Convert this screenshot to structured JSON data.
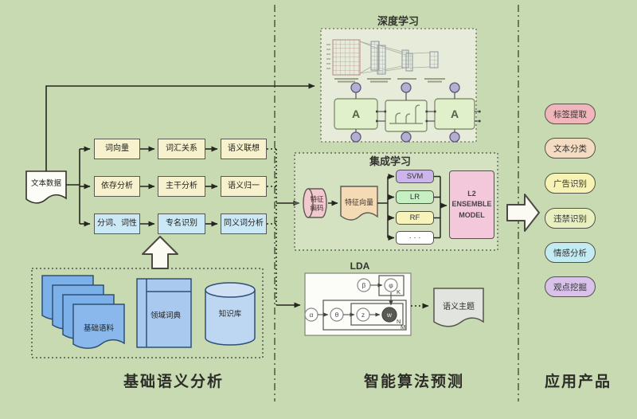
{
  "sections": {
    "left_label": "基础语义分析",
    "middle_label": "智能算法预测",
    "right_label": "应用产品"
  },
  "source_doc": {
    "label": "文本数据"
  },
  "pipeline": {
    "rows": [
      {
        "bg": "#f7f1cd",
        "cells": [
          "词向量",
          "词汇关系",
          "语义联想"
        ]
      },
      {
        "bg": "#f7f1cd",
        "cells": [
          "依存分析",
          "主干分析",
          "语义归一"
        ]
      },
      {
        "bg": "#cbe8f6",
        "cells": [
          "分词、词性",
          "专名识别",
          "同义词分析"
        ]
      }
    ]
  },
  "resources": {
    "corpus": "基础语料",
    "dictionary": "领域词典",
    "knowledge_base": "知识库",
    "doc_color": "#7cb0e8",
    "book_color": "#a9c9ee",
    "db_color": "#bdd7f2"
  },
  "deep_learning": {
    "title": "深度学习",
    "cell_label": "A"
  },
  "ensemble": {
    "title": "集成学习",
    "encoder": "特征编码",
    "vector": "特征向量",
    "models": [
      {
        "label": "SVM",
        "bg": "#ccb5eb"
      },
      {
        "label": "LR",
        "bg": "#c6f0c3"
      },
      {
        "label": "RF",
        "bg": "#f7f3bb"
      },
      {
        "label": "· · ·",
        "bg": "#ffffff"
      }
    ],
    "output": "L2 ENSEMBLE MODEL",
    "output_bg": "#f3c8da"
  },
  "lda": {
    "title": "LDA",
    "beta": "β",
    "phi": "φ",
    "alpha": "α",
    "theta": "θ",
    "z": "z",
    "w": "w",
    "plate_k": "K",
    "plate_n": "N",
    "plate_m": "M",
    "output_doc": "语义主题"
  },
  "products": [
    {
      "label": "标签提取",
      "bg": "#f1b6bb"
    },
    {
      "label": "文本分类",
      "bg": "#f4dcc3"
    },
    {
      "label": "广告识别",
      "bg": "#f6f3b4"
    },
    {
      "label": "违禁识别",
      "bg": "#e9f0bf"
    },
    {
      "label": "情感分析",
      "bg": "#c3ebf2"
    },
    {
      "label": "观点挖掘",
      "bg": "#d9c1ec"
    }
  ]
}
